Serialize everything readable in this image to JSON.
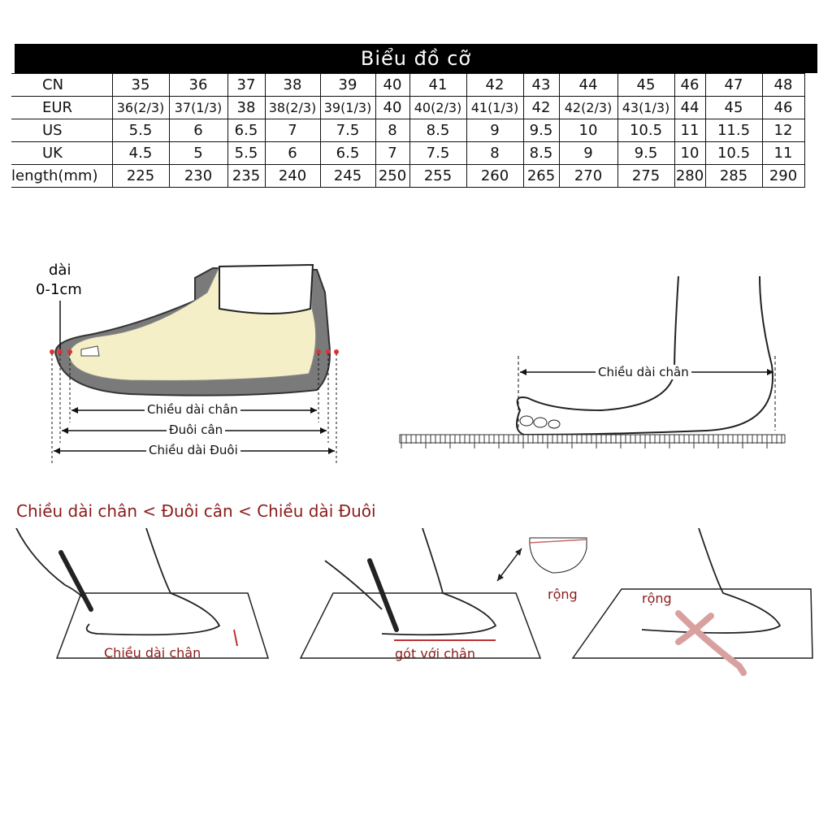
{
  "title": "Biểu đồ cỡ",
  "table": {
    "rows": [
      {
        "label": "CN",
        "cells": [
          "35",
          "36",
          "37",
          "38",
          "39",
          "40",
          "41",
          "42",
          "43",
          "44",
          "45",
          "46",
          "47",
          "48"
        ]
      },
      {
        "label": "EUR",
        "cells": [
          "36(2/3)",
          "37(1/3)",
          "38",
          "38(2/3)",
          "39(1/3)",
          "40",
          "40(2/3)",
          "41(1/3)",
          "42",
          "42(2/3)",
          "43(1/3)",
          "44",
          "45",
          "46"
        ]
      },
      {
        "label": "US",
        "cells": [
          "5.5",
          "6",
          "6.5",
          "7",
          "7.5",
          "8",
          "8.5",
          "9",
          "9.5",
          "10",
          "10.5",
          "11",
          "11.5",
          "12"
        ]
      },
      {
        "label": "UK",
        "cells": [
          "4.5",
          "5",
          "5.5",
          "6",
          "6.5",
          "7",
          "7.5",
          "8",
          "8.5",
          "9",
          "9.5",
          "10",
          "10.5",
          "11"
        ]
      },
      {
        "label": "length(mm)",
        "cells": [
          "225",
          "230",
          "235",
          "240",
          "245",
          "250",
          "255",
          "260",
          "265",
          "270",
          "275",
          "280",
          "285",
          "290"
        ]
      }
    ]
  },
  "diagram_left": {
    "note_line1": "dài",
    "note_line2": "0-1cm",
    "dim1": "Chiều dài chân",
    "dim2": "Đuôi cân",
    "dim3": "Chiều dài Đuôi"
  },
  "diagram_right": {
    "dim": "Chiều dài chân"
  },
  "comparison": "Chiều dài chân < Đuôi cân < Chiều dài Đuôi",
  "steps": [
    {
      "label": "Chiều dài chân"
    },
    {
      "label": "gót với chân",
      "extra": "rộng"
    },
    {
      "label": "rộng"
    }
  ],
  "colors": {
    "accent_red": "#8b1a1a",
    "insole": "#f5efc8",
    "pink": "#d9a0a0"
  }
}
